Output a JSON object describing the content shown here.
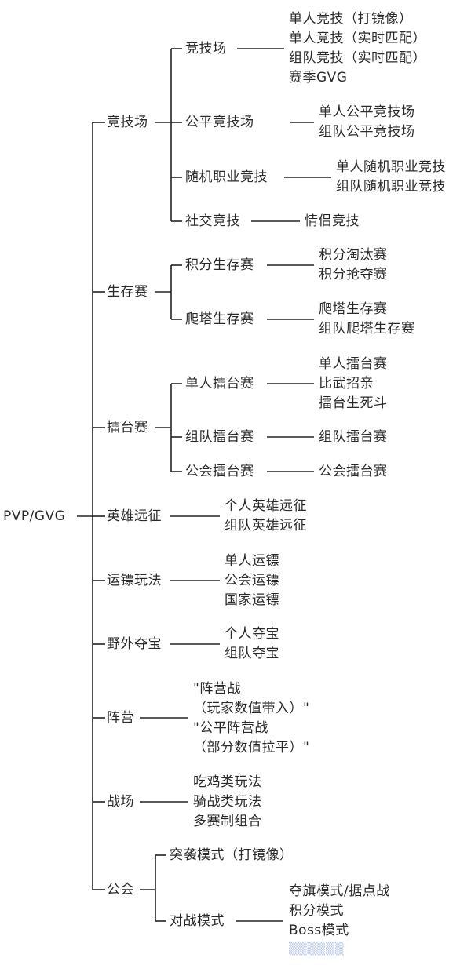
{
  "root": "PVP/GVG",
  "branches": {
    "jingjichang": {
      "label": "竞技场",
      "jingjichang": {
        "label": "竞技场",
        "items": [
          "单人竞技（打镜像）",
          "单人竞技（实时匹配）",
          "组队竞技（实时匹配）",
          "赛季GVG"
        ]
      },
      "gongping": {
        "label": "公平竞技场",
        "items": [
          "单人公平竞技场",
          "组队公平竞技场"
        ]
      },
      "suiji": {
        "label": "随机职业竞技",
        "items": [
          "单人随机职业竞技",
          "组队随机职业竞技"
        ]
      },
      "shejiao": {
        "label": "社交竞技",
        "items": [
          "情侣竞技"
        ]
      }
    },
    "shengcun": {
      "label": "生存赛",
      "jifen": {
        "label": "积分生存赛",
        "items": [
          "积分淘汰赛",
          "积分抢夺赛"
        ]
      },
      "pata": {
        "label": "爬塔生存赛",
        "items": [
          "爬塔生存赛",
          "组队爬塔生存赛"
        ]
      }
    },
    "leitai": {
      "label": "擂台赛",
      "danren": {
        "label": "单人擂台赛",
        "items": [
          "单人擂台赛",
          "比武招亲",
          "擂台生死斗"
        ]
      },
      "zudui": {
        "label": "组队擂台赛",
        "items": [
          "组队擂台赛"
        ]
      },
      "gonghui": {
        "label": "公会擂台赛",
        "items": [
          "公会擂台赛"
        ]
      }
    },
    "yingxiong": {
      "label": "英雄远征",
      "items": [
        "个人英雄远征",
        "组队英雄远征"
      ]
    },
    "yunbiao": {
      "label": "运镖玩法",
      "items": [
        "单人运镖",
        "公会运镖",
        "国家运镖"
      ]
    },
    "yewai": {
      "label": "野外夺宝",
      "items": [
        "个人夺宝",
        "组队夺宝"
      ]
    },
    "zhenying": {
      "label": "阵营",
      "items": [
        "\"阵营战",
        "（玩家数值带入）\"",
        "\"公平阵营战",
        "（部分数值拉平）\""
      ]
    },
    "zhanchang": {
      "label": "战场",
      "items": [
        "吃鸡类玩法",
        "骑战类玩法",
        "多赛制组合"
      ]
    },
    "gonghui": {
      "label": "公会",
      "tuxi": {
        "label": "突袭模式（打镜像）"
      },
      "duizhan": {
        "label": "对战模式",
        "items": [
          "夺旗模式/据点战",
          "积分模式",
          "Boss模式"
        ]
      }
    }
  }
}
